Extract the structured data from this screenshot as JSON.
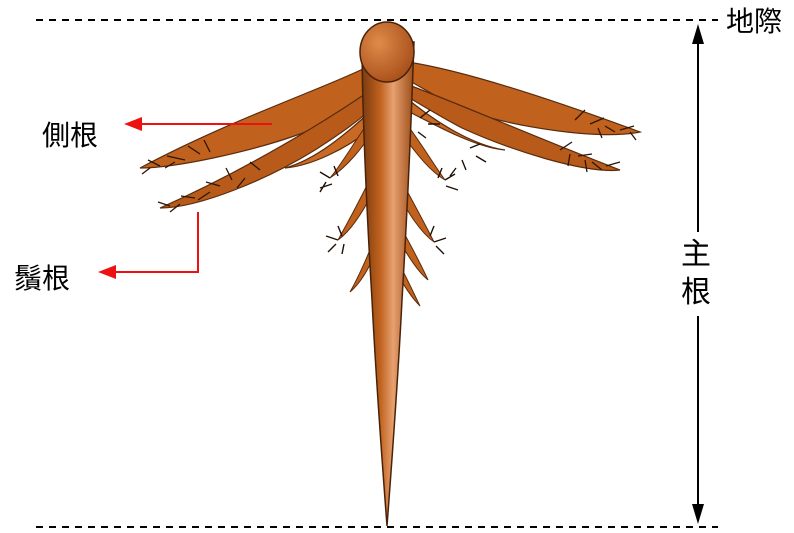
{
  "labels": {
    "ground_level": "地際",
    "lateral_root": "側根",
    "fibrous_root": "鬚根",
    "main_root": "主根"
  },
  "colors": {
    "root_fill": "#c0621e",
    "root_dark": "#5a2c0d",
    "root_highlight": "#e7a070",
    "arrow_red": "#ee1111",
    "line_black": "#000000"
  }
}
